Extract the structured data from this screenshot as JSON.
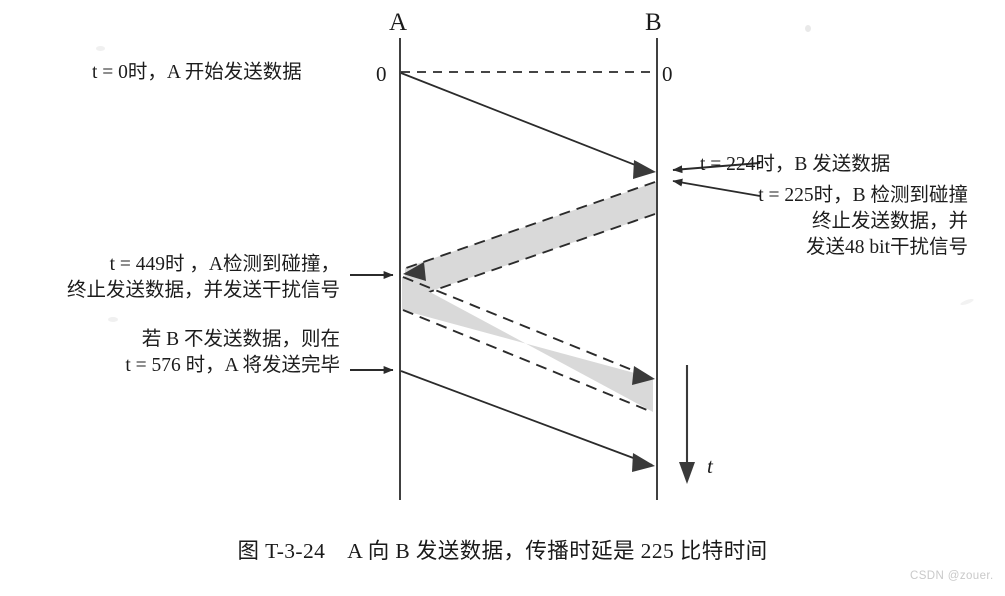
{
  "figure": {
    "nodes": {
      "left_label": "A",
      "right_label": "B",
      "left_zero": "0",
      "right_zero": "0"
    },
    "time_axis_label": "t",
    "annotations": {
      "start_send": "t = 0时，A 开始发送数据",
      "b_sends_line1": "t = 224时，B 发送数据",
      "b_detect_line1": "t = 225时，B 检测到碰撞",
      "b_detect_line2": "终止发送数据，并",
      "b_detect_line3": "发送48 bit干扰信号",
      "a_detect_line1": "t = 449时 ，A检测到碰撞，",
      "a_detect_line2": "终止发送数据，并发送干扰信号",
      "a_finish_line1": "若 B 不发送数据，则在",
      "a_finish_line2": "t = 576 时，A 将发送完毕"
    },
    "caption": "图 T-3-24　A 向 B 发送数据，传播时延是 225 比特时间",
    "watermark": "CSDN @zouer."
  },
  "chart_data": {
    "type": "diagram",
    "title": "图 T-3-24　A 向 B 发送数据，传播时延是 225 比特时间",
    "subtype": "space-time / timing diagram (CSMA-CD collision)",
    "stations": [
      "A",
      "B"
    ],
    "time_unit": "bit time",
    "propagation_delay": 225,
    "events": [
      {
        "t": 0,
        "station": "A",
        "description": "A 开始发送数据"
      },
      {
        "t": 224,
        "station": "B",
        "description": "B 发送数据"
      },
      {
        "t": 225,
        "station": "B",
        "description": "B 检测到碰撞，终止发送数据，并发送48 bit干扰信号"
      },
      {
        "t": 449,
        "station": "A",
        "description": "A检测到碰撞，终止发送数据，并发送干扰信号"
      },
      {
        "t": 576,
        "station": "A",
        "description": "若 B 不发送数据，则 A 将发送完毕"
      }
    ],
    "axis": {
      "vertical": "time (downward)",
      "horizontal": "distance between A and B"
    }
  }
}
